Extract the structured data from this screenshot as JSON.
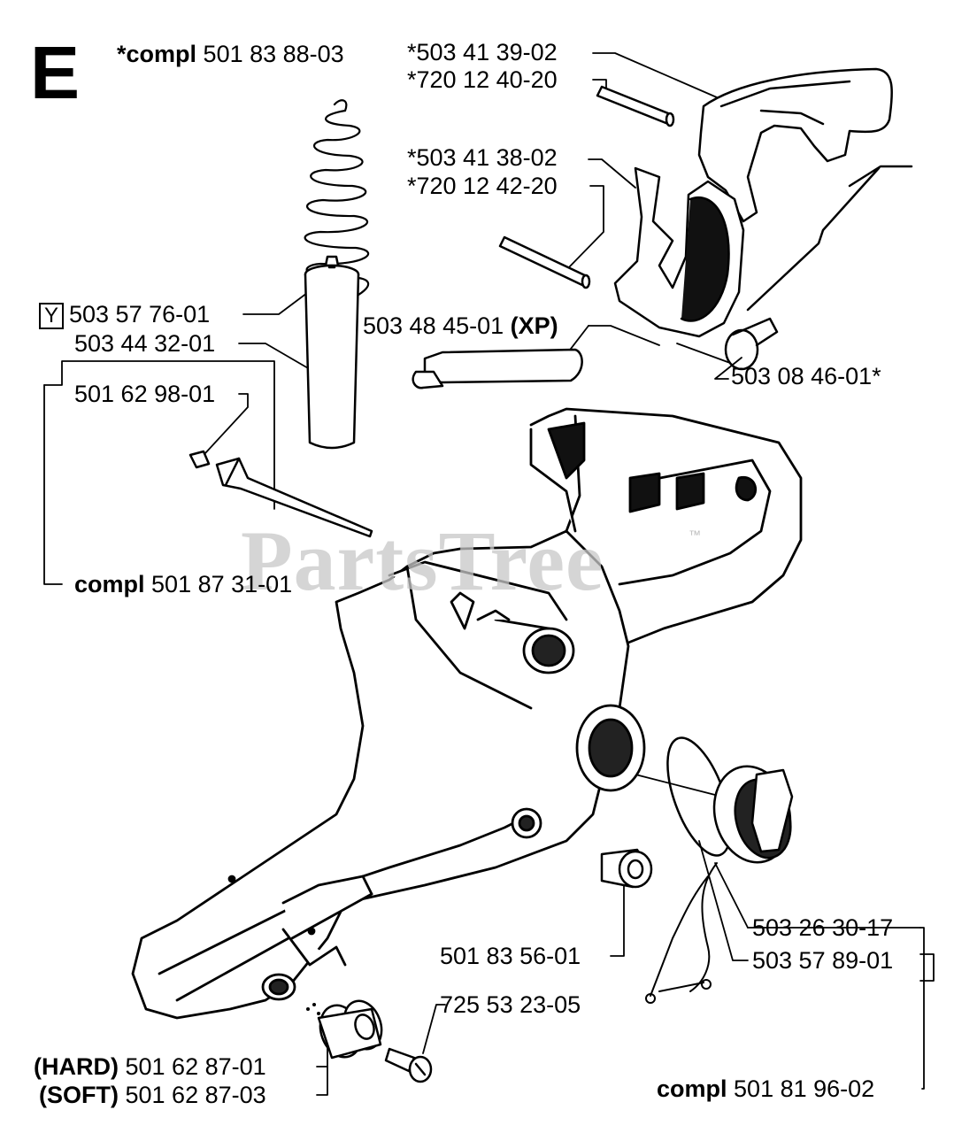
{
  "section_letter": "E",
  "watermark": {
    "text": "PartsTree",
    "tm": "™"
  },
  "labels": {
    "compl_top": {
      "prefix": "*compl",
      "number": "501 83 88-03"
    },
    "p1": "*503 41 39-02",
    "p2": "*720 12 40-20",
    "p3": "*503 41 38-02",
    "p4": "*720 12 42-20",
    "p5": {
      "badge": "Y",
      "number": "503 57 76-01"
    },
    "p6": "503 44 32-01",
    "p7": {
      "number": "503 48 45-01",
      "suffix": "(XP)"
    },
    "p8": "503 08 46-01*",
    "p9": "501 62 98-01",
    "compl_mid": {
      "prefix": "compl",
      "number": "501 87 31-01"
    },
    "p10": "503 26 30-17",
    "p11": "503 57 89-01",
    "p12": "501 83 56-01",
    "p13": "725 53 23-05",
    "p14": {
      "prefix": "(HARD)",
      "number": "501 62 87-01"
    },
    "p15": {
      "prefix": "(SOFT)",
      "number": "501 62 87-03"
    },
    "compl_bottom": {
      "prefix": "compl",
      "number": "501 81 96-02"
    }
  }
}
